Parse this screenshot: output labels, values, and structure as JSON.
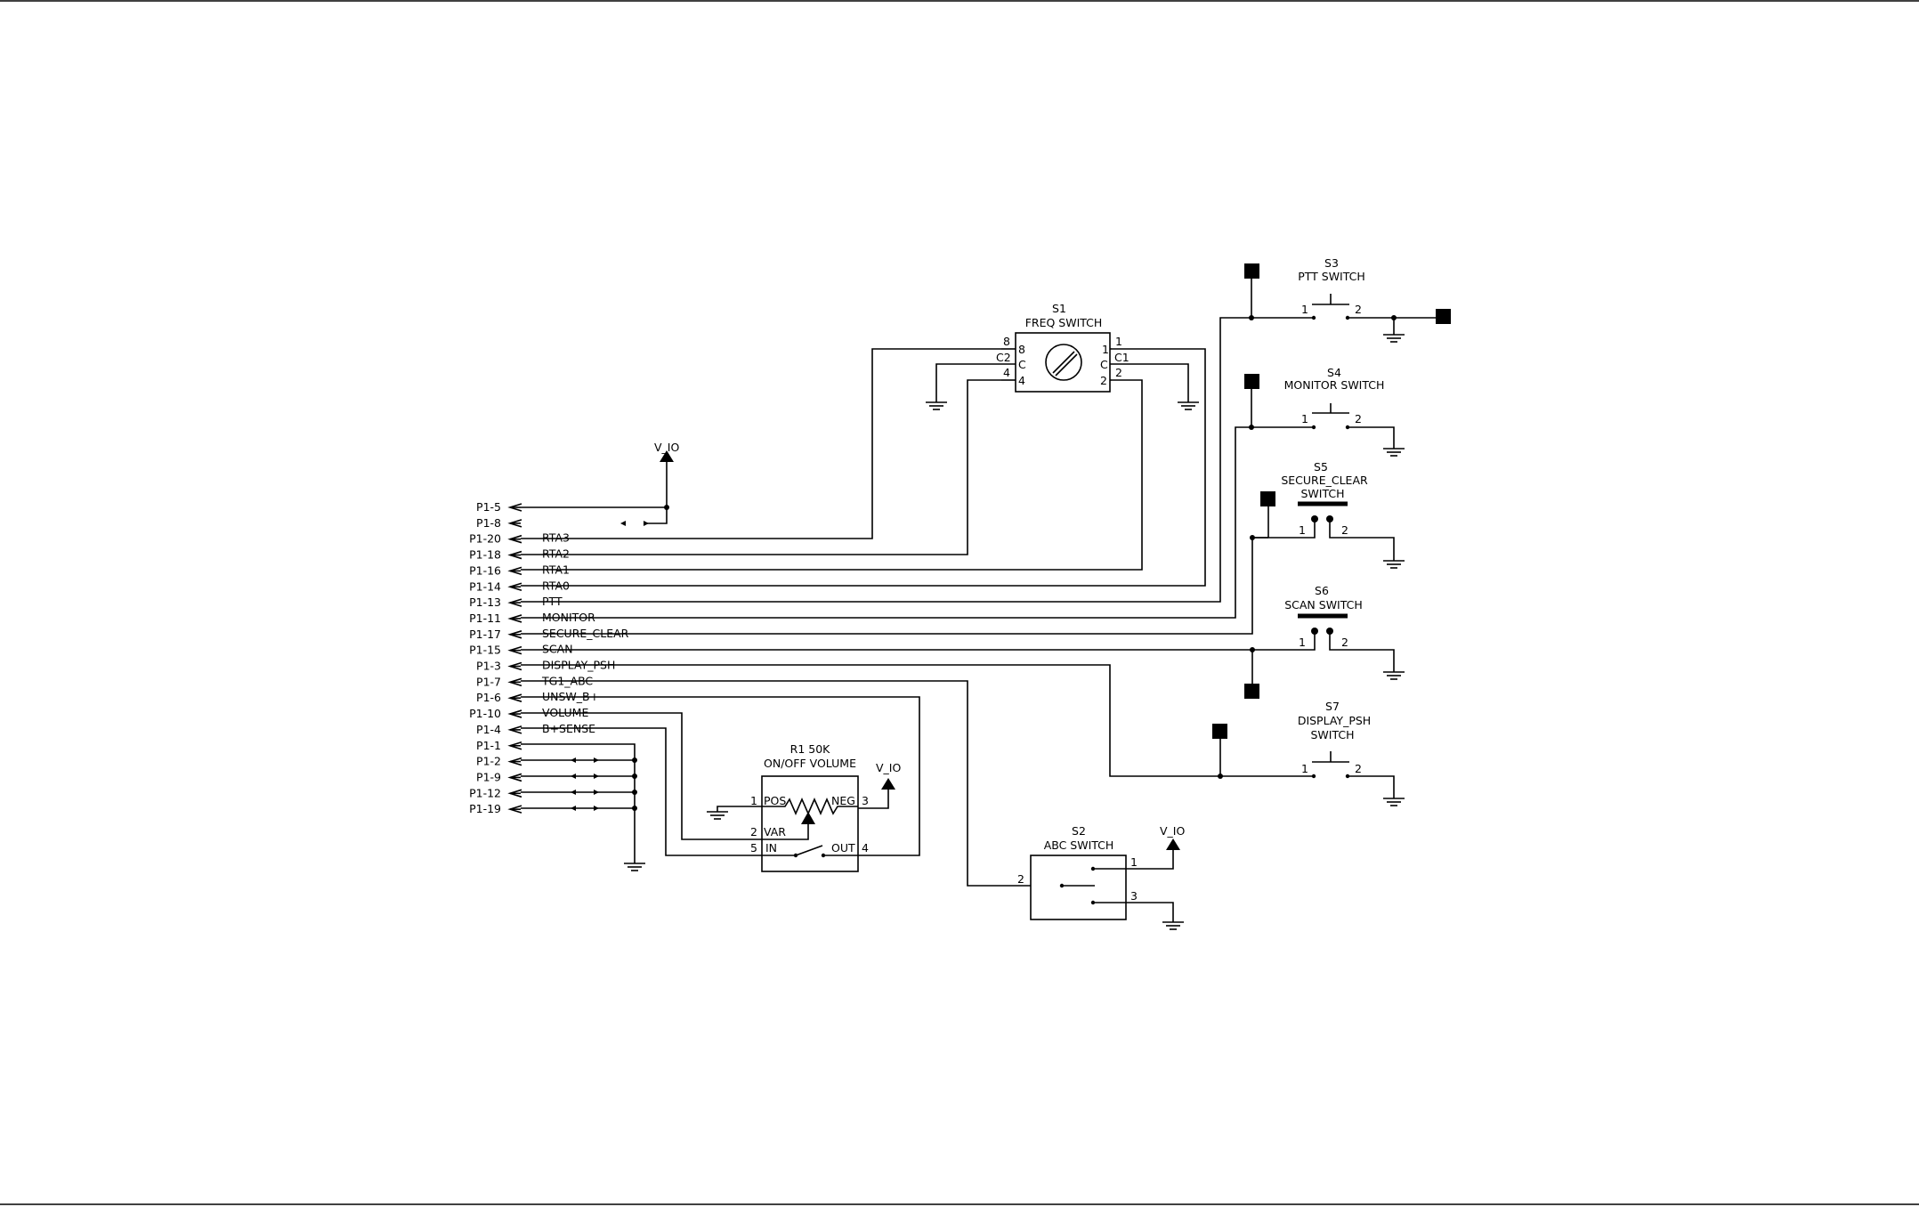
{
  "connector_pins": [
    {
      "pin": "P1-5",
      "signal": ""
    },
    {
      "pin": "P1-8",
      "signal": ""
    },
    {
      "pin": "P1-20",
      "signal": "RTA3"
    },
    {
      "pin": "P1-18",
      "signal": "RTA2"
    },
    {
      "pin": "P1-16",
      "signal": "RTA1"
    },
    {
      "pin": "P1-14",
      "signal": "RTA0"
    },
    {
      "pin": "P1-13",
      "signal": "PTT"
    },
    {
      "pin": "P1-11",
      "signal": "MONITOR"
    },
    {
      "pin": "P1-17",
      "signal": "SECURE_CLEAR"
    },
    {
      "pin": "P1-15",
      "signal": "SCAN"
    },
    {
      "pin": "P1-3",
      "signal": "DISPLAY_PSH"
    },
    {
      "pin": "P1-7",
      "signal": "TG1_ABC"
    },
    {
      "pin": "P1-6",
      "signal": "UNSW_B+"
    },
    {
      "pin": "P1-10",
      "signal": "VOLUME"
    },
    {
      "pin": "P1-4",
      "signal": "B+SENSE"
    },
    {
      "pin": "P1-1",
      "signal": ""
    },
    {
      "pin": "P1-2",
      "signal": ""
    },
    {
      "pin": "P1-9",
      "signal": ""
    },
    {
      "pin": "P1-12",
      "signal": ""
    },
    {
      "pin": "P1-19",
      "signal": ""
    }
  ],
  "power": {
    "v_io": "V_IO"
  },
  "s1": {
    "ref": "S1",
    "name": "FREQ SWITCH",
    "pin8": "8",
    "pin8_in": "8",
    "c2_lbl": "C2",
    "c_left": "C",
    "pin4": "4",
    "pin4_in": "4",
    "pin1": "1",
    "pin1_in": "1",
    "c1_lbl": "C1",
    "c_right": "C",
    "pin2": "2",
    "pin2_in": "2"
  },
  "s3": {
    "ref": "S3",
    "name": "PTT SWITCH",
    "p1": "1",
    "p2": "2"
  },
  "s4": {
    "ref": "S4",
    "name": "MONITOR SWITCH",
    "p1": "1",
    "p2": "2"
  },
  "s5": {
    "ref": "S5",
    "name1": "SECURE_CLEAR",
    "name2": "SWITCH",
    "p1": "1",
    "p2": "2"
  },
  "s6": {
    "ref": "S6",
    "name": "SCAN SWITCH",
    "p1": "1",
    "p2": "2"
  },
  "s7": {
    "ref": "S7",
    "name1": "DISPLAY_PSH",
    "name2": "SWITCH",
    "p1": "1",
    "p2": "2"
  },
  "r1": {
    "ref": "R1  50K",
    "name": "ON/OFF VOLUME",
    "p1": "1",
    "pos": "POS",
    "neg": "NEG",
    "p3": "3",
    "p2": "2",
    "var": "VAR",
    "p5": "5",
    "in": "IN",
    "out": "OUT",
    "p4": "4"
  },
  "s2": {
    "ref": "S2",
    "name": "ABC SWITCH",
    "p1": "1",
    "p2": "2",
    "p3": "3"
  }
}
